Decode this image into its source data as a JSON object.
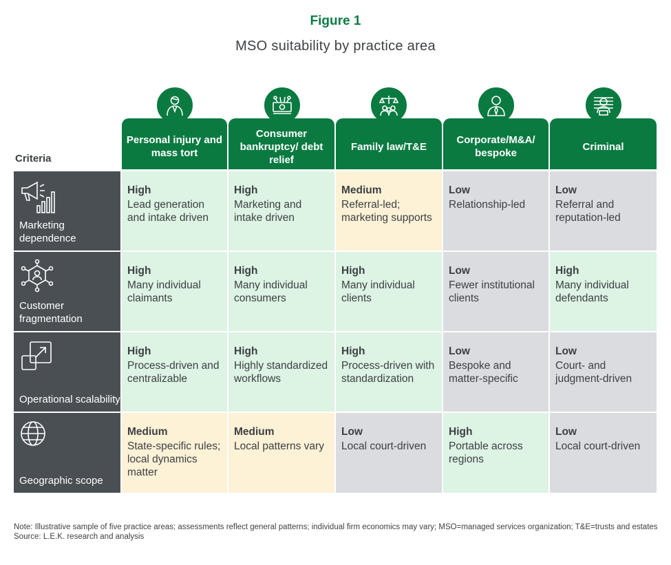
{
  "figure": {
    "label": "Figure 1",
    "title": "MSO suitability by practice area"
  },
  "criteria_header": "Criteria",
  "columns": [
    {
      "label": "Personal injury and mass tort",
      "icon": "injured-person-icon"
    },
    {
      "label": "Consumer bankruptcy/ debt relief",
      "icon": "money-stack-icon"
    },
    {
      "label": "Family law/T&E",
      "icon": "scales-family-icon"
    },
    {
      "label": "Corporate/M&A/ bespoke",
      "icon": "businessman-icon"
    },
    {
      "label": "Criminal",
      "icon": "lineup-mugshot-icon"
    }
  ],
  "rows": [
    {
      "label": "Marketing dependence",
      "icon": "megaphone-chart-icon",
      "cells": [
        {
          "level": "High",
          "text": "Lead generation and intake driven"
        },
        {
          "level": "High",
          "text": "Marketing and intake driven"
        },
        {
          "level": "Medium",
          "text": "Referral-led; marketing supports"
        },
        {
          "level": "Low",
          "text": "Relationship-led"
        },
        {
          "level": "Low",
          "text": "Referral and reputation-led"
        }
      ]
    },
    {
      "label": "Customer fragmentation",
      "icon": "network-people-icon",
      "cells": [
        {
          "level": "High",
          "text": "Many individual claimants"
        },
        {
          "level": "High",
          "text": "Many individual consumers"
        },
        {
          "level": "High",
          "text": "Many individual clients"
        },
        {
          "level": "Low",
          "text": "Fewer institutional clients"
        },
        {
          "level": "High",
          "text": "Many individual defendants"
        }
      ]
    },
    {
      "label": "Operational scalability",
      "icon": "expand-squares-icon",
      "cells": [
        {
          "level": "High",
          "text": "Process-driven and centralizable"
        },
        {
          "level": "High",
          "text": "Highly standardized workflows"
        },
        {
          "level": "High",
          "text": "Process-driven with standardization"
        },
        {
          "level": "Low",
          "text": "Bespoke and matter-specific"
        },
        {
          "level": "Low",
          "text": "Court- and judgment-driven"
        }
      ]
    },
    {
      "label": "Geographic scope",
      "icon": "globe-icon",
      "cells": [
        {
          "level": "Medium",
          "text": "State-specific rules; local dynamics matter"
        },
        {
          "level": "Medium",
          "text": "Local patterns vary"
        },
        {
          "level": "Low",
          "text": "Local court-driven"
        },
        {
          "level": "High",
          "text": "Portable across regions"
        },
        {
          "level": "Low",
          "text": "Local court-driven"
        }
      ]
    }
  ],
  "colors": {
    "brand_green": "#0a7a41",
    "high": "#ddf3e4",
    "medium": "#fdf1d6",
    "low": "#dadcdf",
    "row_label_bg": "#4a4f54"
  },
  "note": "Note: Illustrative sample of five practice areas; assessments reflect general patterns; individual firm economics may vary; MSO=managed services organization; T&E=trusts and estates",
  "source": "Source: L.E.K. research and analysis"
}
